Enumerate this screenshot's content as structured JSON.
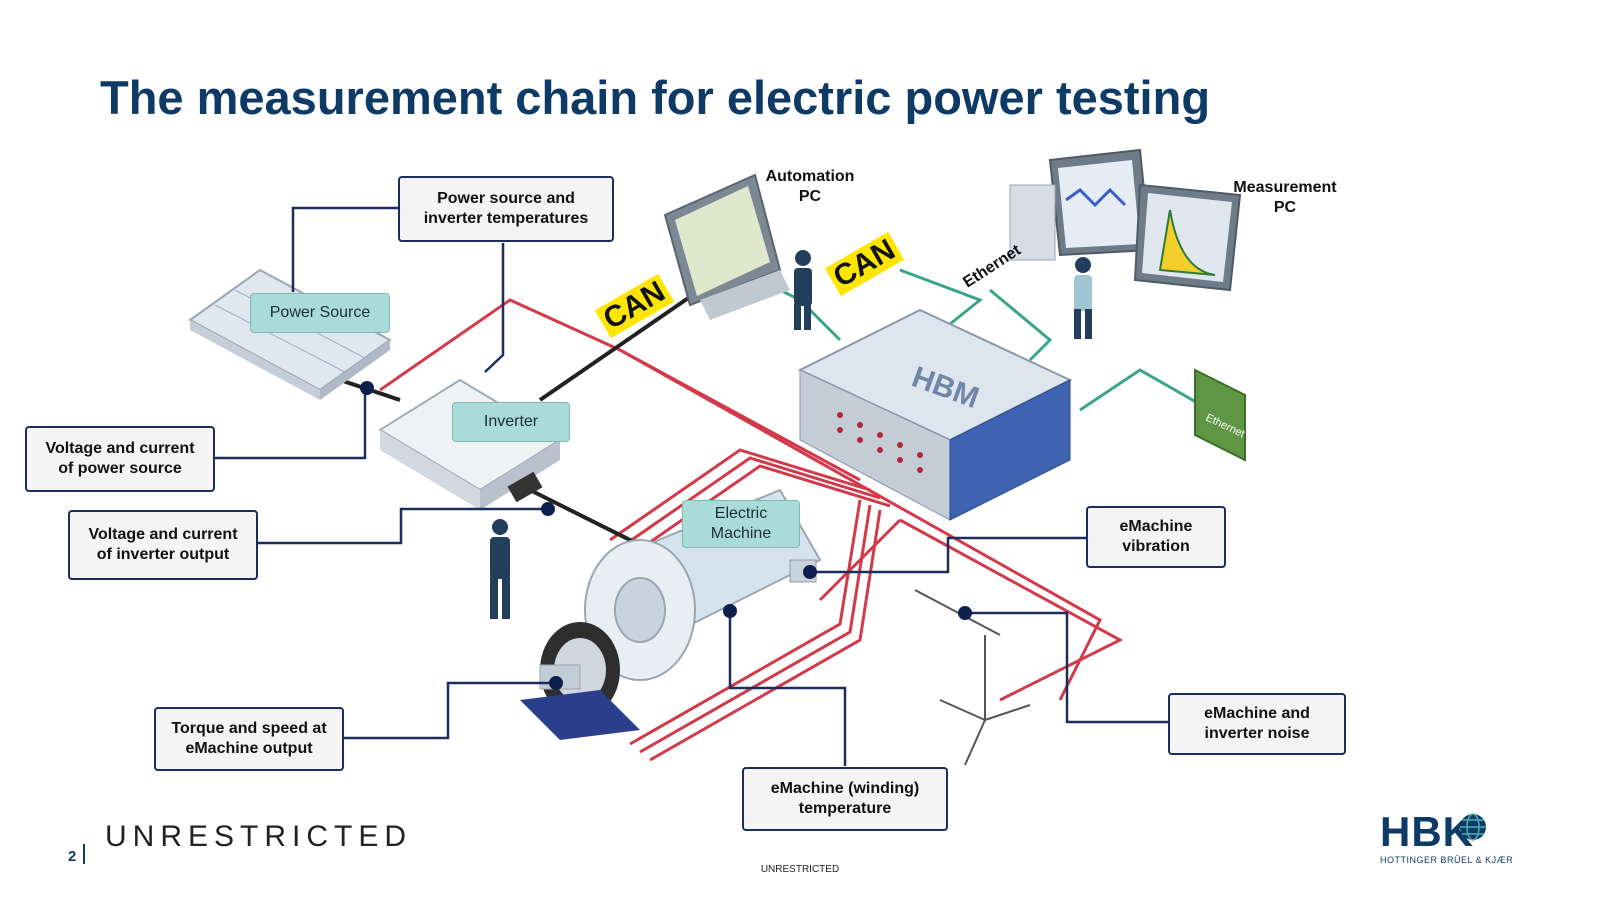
{
  "title": "The measurement chain for electric power testing",
  "components": {
    "power_source": "Power Source",
    "inverter": "Inverter",
    "electric_machine": "Electric\nMachine"
  },
  "pcs": {
    "automation": "Automation\nPC",
    "measurement": "Measurement\nPC"
  },
  "links": {
    "can_1": "CAN",
    "can_2": "CAN",
    "ethernet": "Ethernet",
    "ethernet_icon": "Ethernet",
    "daq_brand": "HBM"
  },
  "callouts": {
    "power_source_inverter_temps": "Power source and\ninverter temperatures",
    "voltage_current_power_source": "Voltage and current\nof power source",
    "voltage_current_inverter_output": "Voltage and current\nof inverter output",
    "torque_speed": "Torque and speed at\neMachine output",
    "winding_temperature": "eMachine (winding)\ntemperature",
    "vibration": "eMachine\nvibration",
    "noise": "eMachine and\ninverter noise"
  },
  "footer": {
    "classification": "UNRESTRICTED",
    "page_number": "2",
    "small_classification": "UNRESTRICTED",
    "logo_text": "HBK",
    "logo_subtitle": "HOTTINGER BRÜEL & KJÆR"
  },
  "colors": {
    "title": "#0e3a66",
    "callout_border": "#1b2d5c",
    "component_fill": "#a9dcd8",
    "cable_red": "#d23a4a",
    "cable_green": "#3aa58a",
    "can_tag": "#ffe600"
  }
}
